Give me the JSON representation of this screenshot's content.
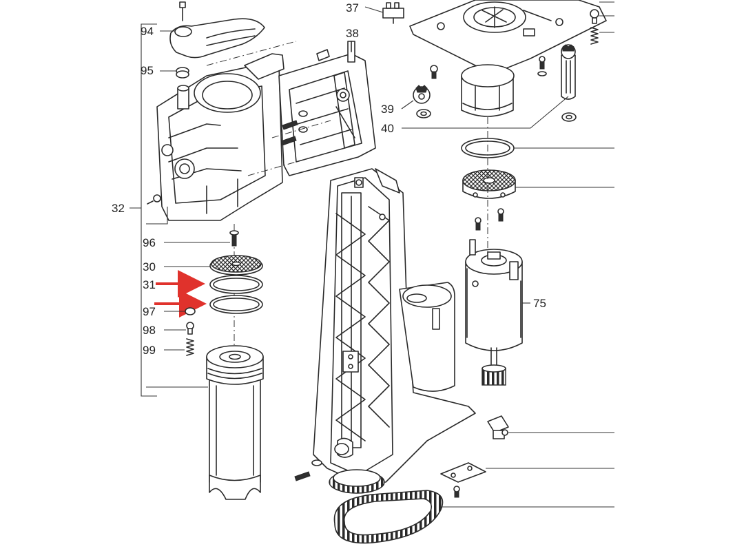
{
  "labels": {
    "l37": "37",
    "l38": "38",
    "l39": "39",
    "l40": "40",
    "l94": "94",
    "l95": "95",
    "l32": "32",
    "l96": "96",
    "l30": "30",
    "l31": "31",
    "l97": "97",
    "l98": "98",
    "l99": "99",
    "l75": "75"
  },
  "colors": {
    "arrow": "#e0322c",
    "ink": "#2a2a2a"
  }
}
